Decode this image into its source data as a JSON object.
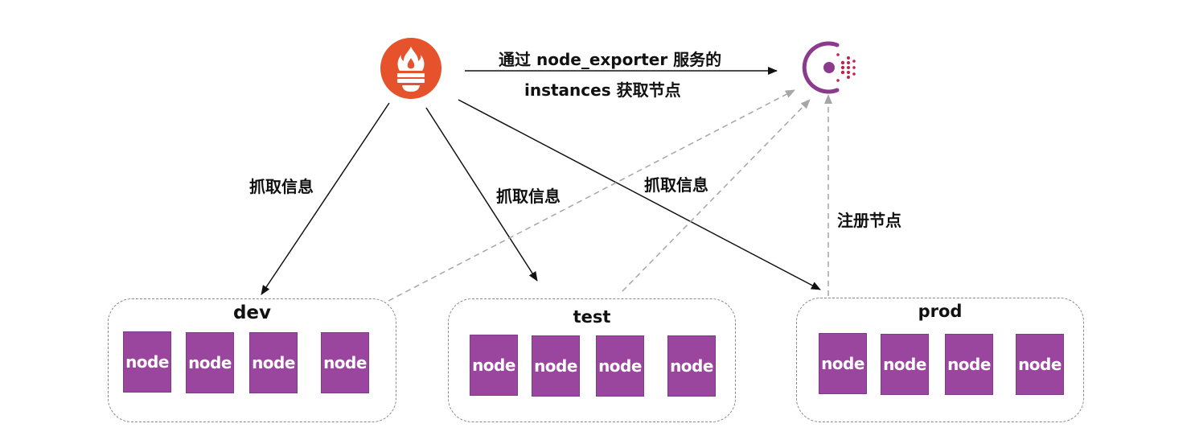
{
  "colors": {
    "node_fill": "#9b469e",
    "prometheus": "#e6522c",
    "consul_ring": "#8c3a8c",
    "consul_dot": "#c1224b",
    "arrow": "#111111",
    "dashed_arrow": "#a6a6a6"
  },
  "icons": {
    "prometheus": "prometheus-torch-icon",
    "consul": "consul-logo-icon"
  },
  "labels": {
    "discover_line1": "通过 node_exporter 服务的",
    "discover_line2": "instances 获取节点",
    "scrape_dev": "抓取信息",
    "scrape_test": "抓取信息",
    "scrape_prod": "抓取信息",
    "register": "注册节点"
  },
  "groups": [
    {
      "title": "dev",
      "nodes": [
        "node",
        "node",
        "node",
        "node"
      ]
    },
    {
      "title": "test",
      "nodes": [
        "node",
        "node",
        "node",
        "node"
      ]
    },
    {
      "title": "prod",
      "nodes": [
        "node",
        "node",
        "node",
        "node"
      ]
    }
  ]
}
